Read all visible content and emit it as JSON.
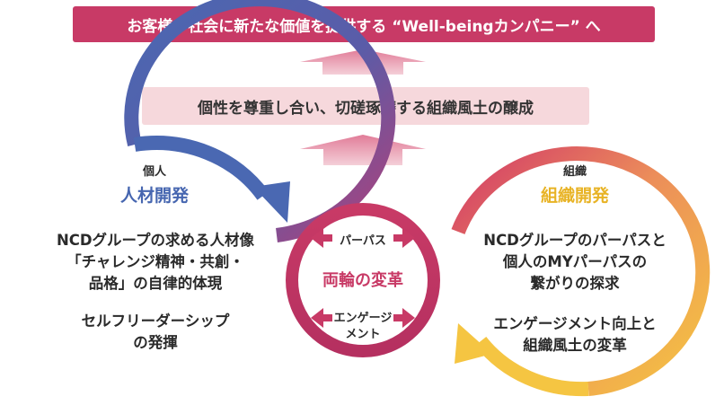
{
  "top_banner": "お客様や社会に新たな価値を提供する “Well-beingカンパニー” へ",
  "second_banner": "個性を尊重し合い、切磋琢磨する組織風土の醸成",
  "left": {
    "category": "個人",
    "title": "人材開発",
    "line1": "NCDグループの求める人材像",
    "line2": "「チャレンジ精神・共創・",
    "line3": "品格」の自律的体現",
    "line4": "セルフリーダーシップ",
    "line5": "の発揮"
  },
  "right": {
    "category": "組織",
    "title": "組織開発",
    "line1": "NCDグループのパーパスと",
    "line2": "個人のMYパーパスの",
    "line3": "繋がりの探求",
    "line4": "エンゲージメント向上と",
    "line5": "組織風土の変革"
  },
  "center": {
    "title": "両輪の変革",
    "upper_label": "パーパス",
    "lower_label_1": "エンゲージ",
    "lower_label_2": "メント"
  },
  "colors": {
    "brand_pink": "#c83a66",
    "light_pink": "#f6d8dc",
    "blue": "#4666b0",
    "yellow": "#f0c040"
  }
}
